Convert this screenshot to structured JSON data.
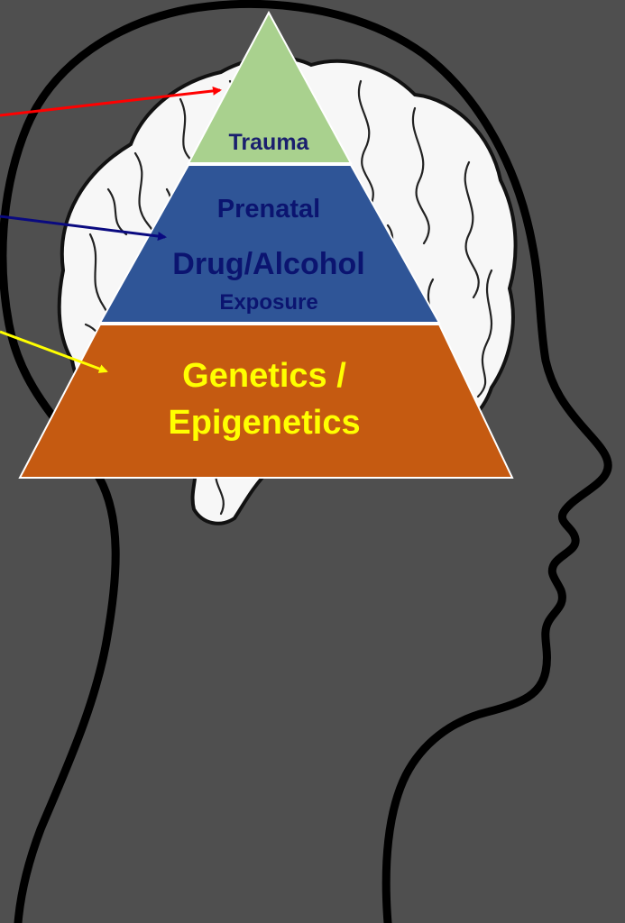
{
  "pyramid": {
    "top": {
      "label": "Trauma",
      "fill": "#a9d18e",
      "text_color": "#1a1f6e"
    },
    "middle": {
      "line1": "Prenatal",
      "line2": "Drug/Alcohol",
      "line3": "Exposure",
      "fill": "#2f5597",
      "text_color": "#0b1470"
    },
    "bottom": {
      "line1": "Genetics /",
      "line2": "Epigenetics",
      "fill": "#c55a11",
      "text_color": "#ffff00"
    }
  },
  "arrows": {
    "top_color": "#ff0000",
    "middle_color": "#0a0a80",
    "bottom_color": "#ffff00"
  },
  "background_color": "#4f4f4f",
  "outline_color": "#000000",
  "brain_fill": "#f7f7f7"
}
